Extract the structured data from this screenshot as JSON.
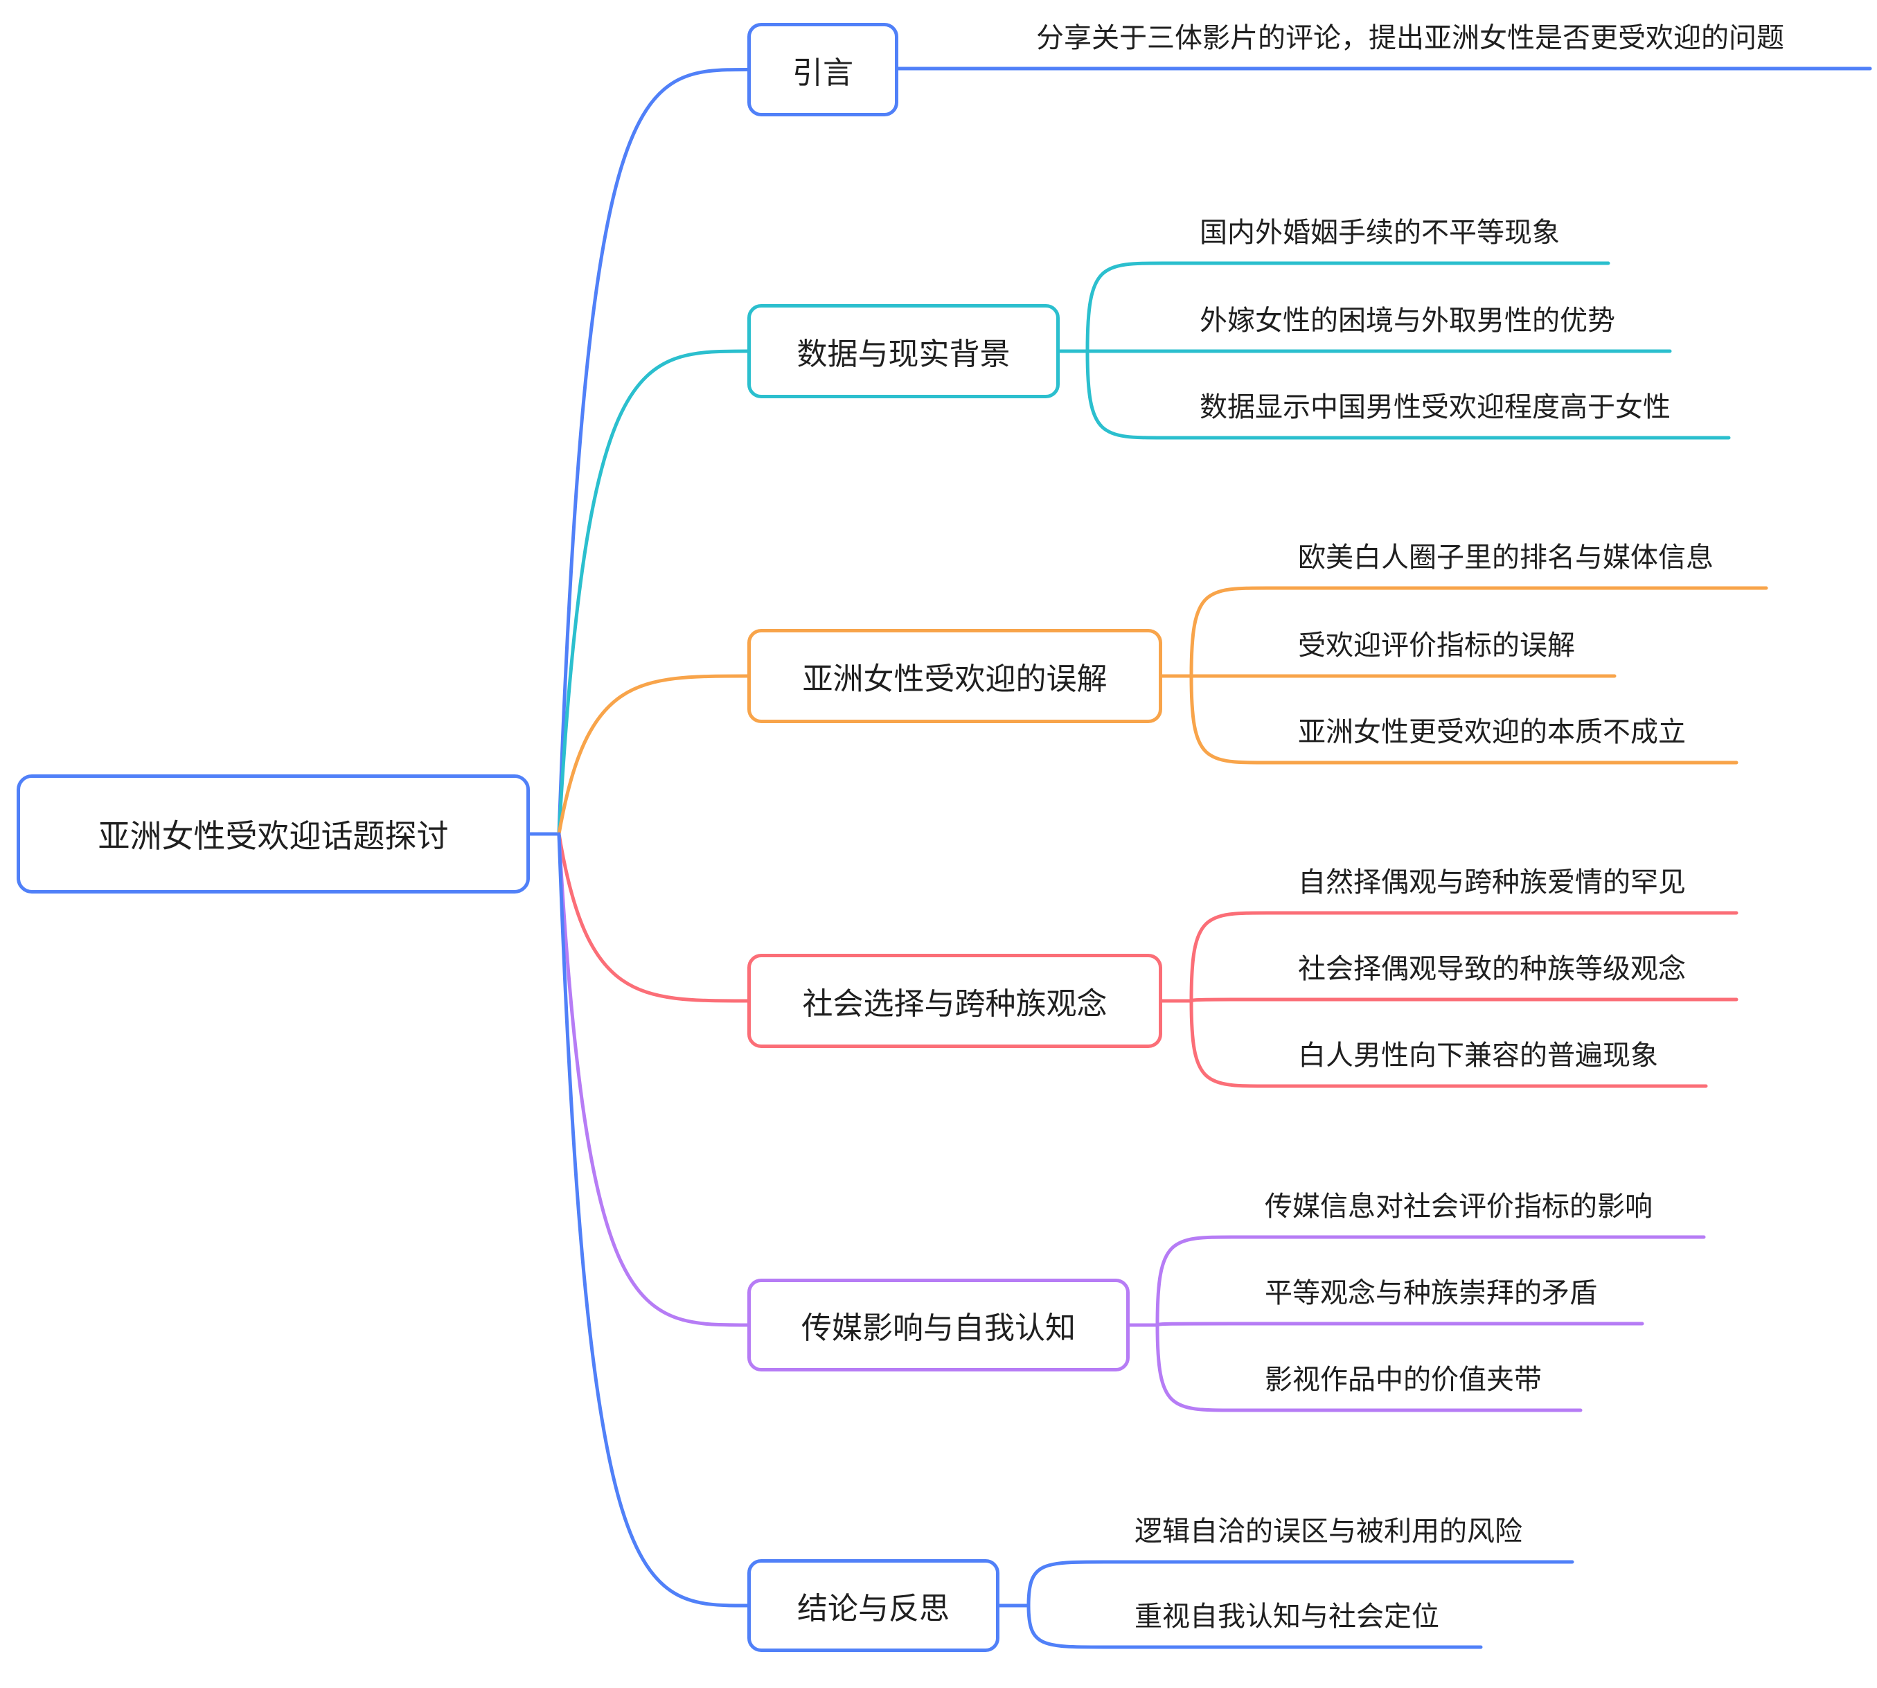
{
  "root": {
    "label": "亚洲女性受欢迎话题探讨",
    "color": "#5080f8"
  },
  "branches": [
    {
      "label": "引言",
      "color": "#5080f8",
      "children": [
        "分享关于三体影片的评论，提出亚洲女性是否更受欢迎的问题"
      ]
    },
    {
      "label": "数据与现实背景",
      "color": "#2bbfce",
      "children": [
        "国内外婚姻手续的不平等现象",
        "外嫁女性的困境与外取男性的优势",
        "数据显示中国男性受欢迎程度高于女性"
      ]
    },
    {
      "label": "亚洲女性受欢迎的误解",
      "color": "#f8a44a",
      "children": [
        "欧美白人圈子里的排名与媒体信息",
        "受欢迎评价指标的误解",
        "亚洲女性更受欢迎的本质不成立"
      ]
    },
    {
      "label": "社会选择与跨种族观念",
      "color": "#fb6e77",
      "children": [
        "自然择偶观与跨种族爱情的罕见",
        "社会择偶观导致的种族等级观念",
        "白人男性向下兼容的普遍现象"
      ]
    },
    {
      "label": "传媒影响与自我认知",
      "color": "#b67cf5",
      "children": [
        "传媒信息对社会评价指标的影响",
        "平等观念与种族崇拜的矛盾",
        "影视作品中的价值夹带"
      ]
    },
    {
      "label": "结论与反思",
      "color": "#5080f8",
      "children": [
        "逻辑自洽的误区与被利用的风险",
        "重视自我认知与社会定位"
      ]
    }
  ]
}
